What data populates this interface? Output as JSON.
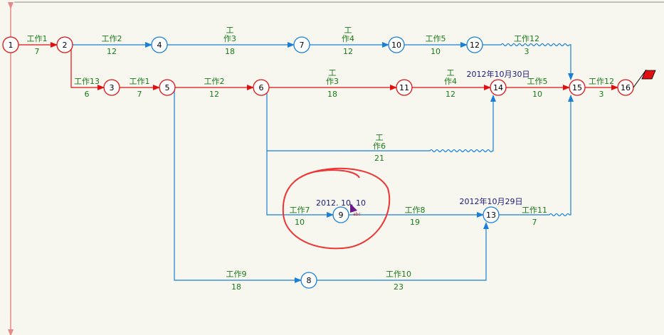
{
  "colors": {
    "critical": "#e01010",
    "normal": "#1a7fd6",
    "label": "#1a7a1a",
    "date": "#1a1a7a",
    "annotation": "#ee3333",
    "timeline": "#e88888"
  },
  "nodes": [
    {
      "id": "1",
      "color": "critical"
    },
    {
      "id": "2",
      "color": "critical"
    },
    {
      "id": "3",
      "color": "critical"
    },
    {
      "id": "4",
      "color": "normal"
    },
    {
      "id": "5",
      "color": "critical"
    },
    {
      "id": "6",
      "color": "critical"
    },
    {
      "id": "7",
      "color": "normal"
    },
    {
      "id": "8",
      "color": "normal"
    },
    {
      "id": "9",
      "color": "normal"
    },
    {
      "id": "10",
      "color": "normal"
    },
    {
      "id": "11",
      "color": "critical"
    },
    {
      "id": "12",
      "color": "normal"
    },
    {
      "id": "13",
      "color": "normal"
    },
    {
      "id": "14",
      "color": "critical"
    },
    {
      "id": "15",
      "color": "critical"
    },
    {
      "id": "16",
      "color": "critical"
    }
  ],
  "edges": [
    {
      "from": "1",
      "to": "2",
      "name": "工作1",
      "duration": "7",
      "critical": true
    },
    {
      "from": "2",
      "to": "4",
      "name": "工作2",
      "duration": "12",
      "critical": false
    },
    {
      "from": "4",
      "to": "7",
      "name": "工作3",
      "duration": "18",
      "critical": false
    },
    {
      "from": "7",
      "to": "10",
      "name": "工作4",
      "duration": "12",
      "critical": false
    },
    {
      "from": "10",
      "to": "12",
      "name": "工作5",
      "duration": "10",
      "critical": false
    },
    {
      "from": "12",
      "to": "15",
      "name": "工作12",
      "duration": "3",
      "critical": false
    },
    {
      "from": "2",
      "to": "3",
      "name": "工作13",
      "duration": "6",
      "critical": true
    },
    {
      "from": "3",
      "to": "5",
      "name": "工作1",
      "duration": "7",
      "critical": true
    },
    {
      "from": "5",
      "to": "6",
      "name": "工作2",
      "duration": "12",
      "critical": true
    },
    {
      "from": "6",
      "to": "11",
      "name": "工作3",
      "duration": "18",
      "critical": true
    },
    {
      "from": "11",
      "to": "14",
      "name": "工作4",
      "duration": "12",
      "critical": true
    },
    {
      "from": "14",
      "to": "15",
      "name": "工作5",
      "duration": "10",
      "critical": true
    },
    {
      "from": "15",
      "to": "16",
      "name": "工作12",
      "duration": "3",
      "critical": true
    },
    {
      "from": "6",
      "to": "14",
      "name": "工作6",
      "duration": "21",
      "critical": false
    },
    {
      "from": "6",
      "to": "9",
      "name": "工作7",
      "duration": "10",
      "critical": false
    },
    {
      "from": "9",
      "to": "13",
      "name": "工作8",
      "duration": "19",
      "critical": false
    },
    {
      "from": "13",
      "to": "15",
      "name": "工作11",
      "duration": "7",
      "critical": false
    },
    {
      "from": "5",
      "to": "8",
      "name": "工作9",
      "duration": "18",
      "critical": false
    },
    {
      "from": "8",
      "to": "13",
      "name": "工作10",
      "duration": "23",
      "critical": false
    }
  ],
  "dates": {
    "node14": "2012年10月30日",
    "node9": "2012. 10. 10",
    "node13": "2012年10月29日"
  },
  "cursor_text": "abc",
  "flag_color": "#e01010"
}
